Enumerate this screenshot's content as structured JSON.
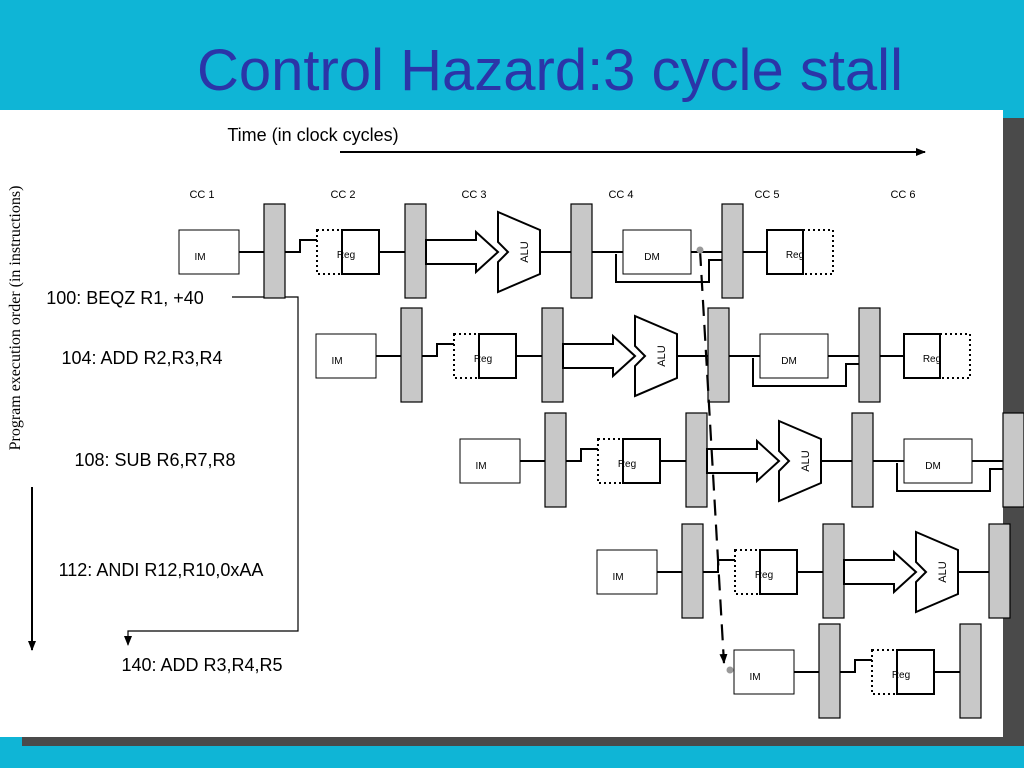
{
  "title": "Control Hazard:3 cycle stall",
  "time_label": "Time (in clock cycles)",
  "order_label": "Program execution order (in instructions)",
  "cycles": [
    "CC 1",
    "CC 2",
    "CC 3",
    "CC 4",
    "CC 5",
    "CC 6"
  ],
  "stage_labels": {
    "im": "IM",
    "reg": "Reg",
    "alu": "ALU",
    "dm": "DM"
  },
  "instructions": [
    {
      "text": "100: BEQZ R1, +40"
    },
    {
      "text": "104: ADD R2,R3,R4"
    },
    {
      "text": "108: SUB R6,R7,R8"
    },
    {
      "text": "112: ANDI R12,R10,0xAA"
    },
    {
      "text": "140: ADD R3,R4,R5"
    }
  ],
  "colors": {
    "background": "#0fb5d6",
    "title": "#2b35a8",
    "latch": "#c8c8c8",
    "panel": "#ffffff",
    "shadow": "#4a4a4a"
  }
}
